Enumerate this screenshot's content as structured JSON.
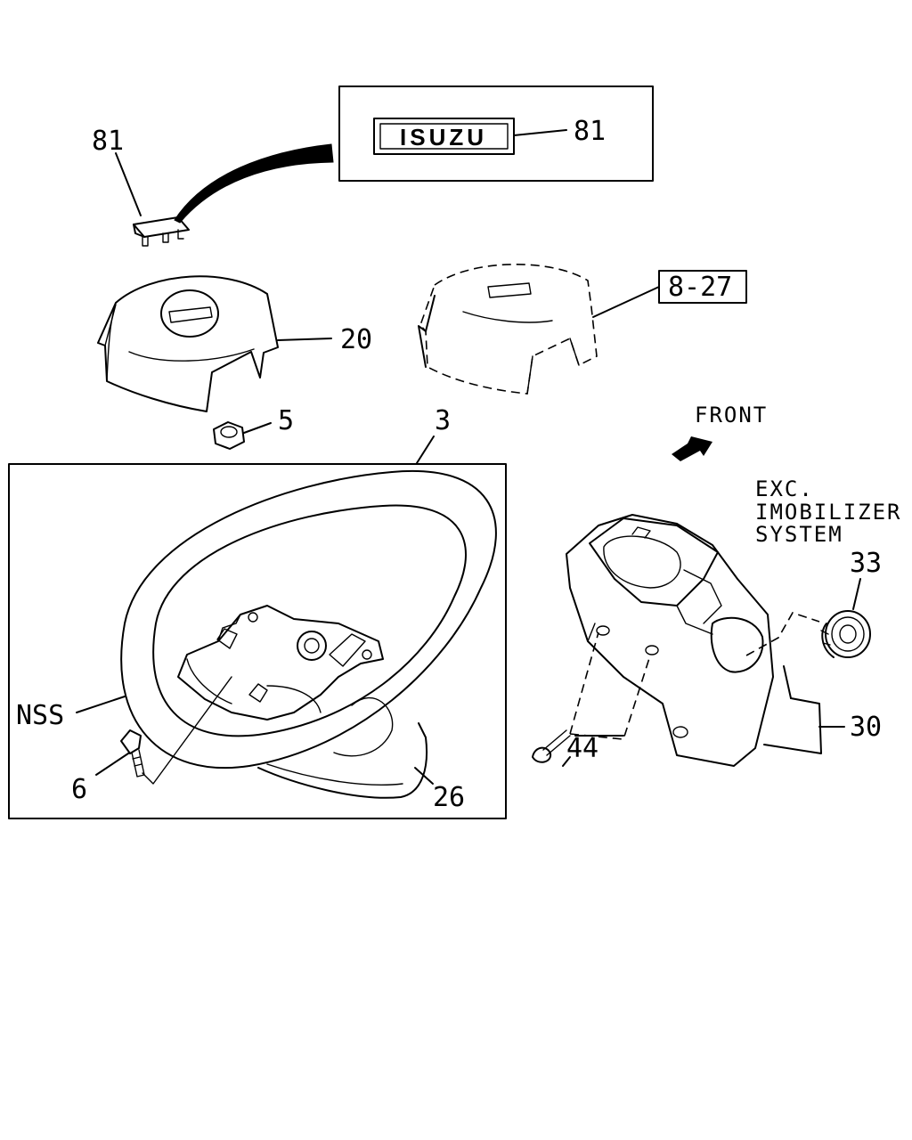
{
  "labels": {
    "logo_text": "ISUZU",
    "p81_top": "81",
    "p81_box": "81",
    "p20": "20",
    "p5": "5",
    "p3": "3",
    "ref_8_27": "8-27",
    "front": "FRONT",
    "exc_line1": "EXC.",
    "exc_line2": "IMOBILIZER",
    "exc_line3": "SYSTEM",
    "p33": "33",
    "nss": "NSS",
    "p44": "44",
    "p30": "30",
    "p6": "6",
    "p26": "26"
  }
}
